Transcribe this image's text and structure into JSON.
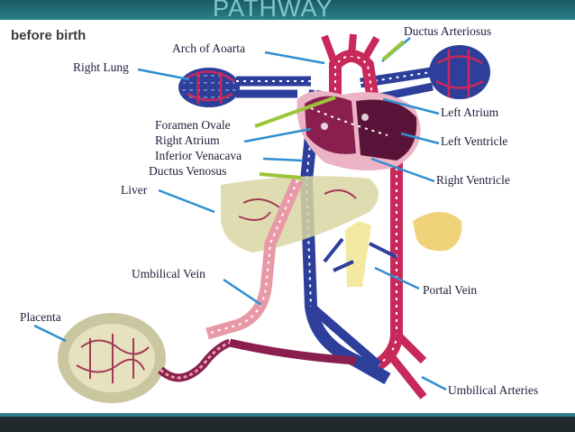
{
  "slide": {
    "title": "PATHWAY",
    "subtitle": "before birth"
  },
  "labels": {
    "ductus_arteriosus": "Ductus Arteriosus",
    "arch_of_aorta": "Arch of Aoarta",
    "right_lung": "Right Lung",
    "left_atrium": "Left Atrium",
    "foramen_ovale": "Foramen Ovale",
    "right_atrium": "Right Atrium",
    "left_ventricle": "Left Ventricle",
    "inferior_venacava": "Inferior Venacava",
    "ductus_venosus": "Ductus  Venosus",
    "right_ventricle": "Right Ventricle",
    "liver": "Liver",
    "umbilical_vein": "Umbilical  Vein",
    "portal_vein": "Portal Vein",
    "placenta": "Placenta",
    "umbilical_arteries": "Umbilical Arteries"
  },
  "colors": {
    "arterial": "#c8295a",
    "venous": "#2d3f9a",
    "mixed": "#8a1f4f",
    "oxygenated_vein": "#e79aa6",
    "liver": "#d9d6a3",
    "pointer_blue": "#2f8fd0",
    "pointer_green": "#9ac53a",
    "header": "#2b7f8a"
  }
}
